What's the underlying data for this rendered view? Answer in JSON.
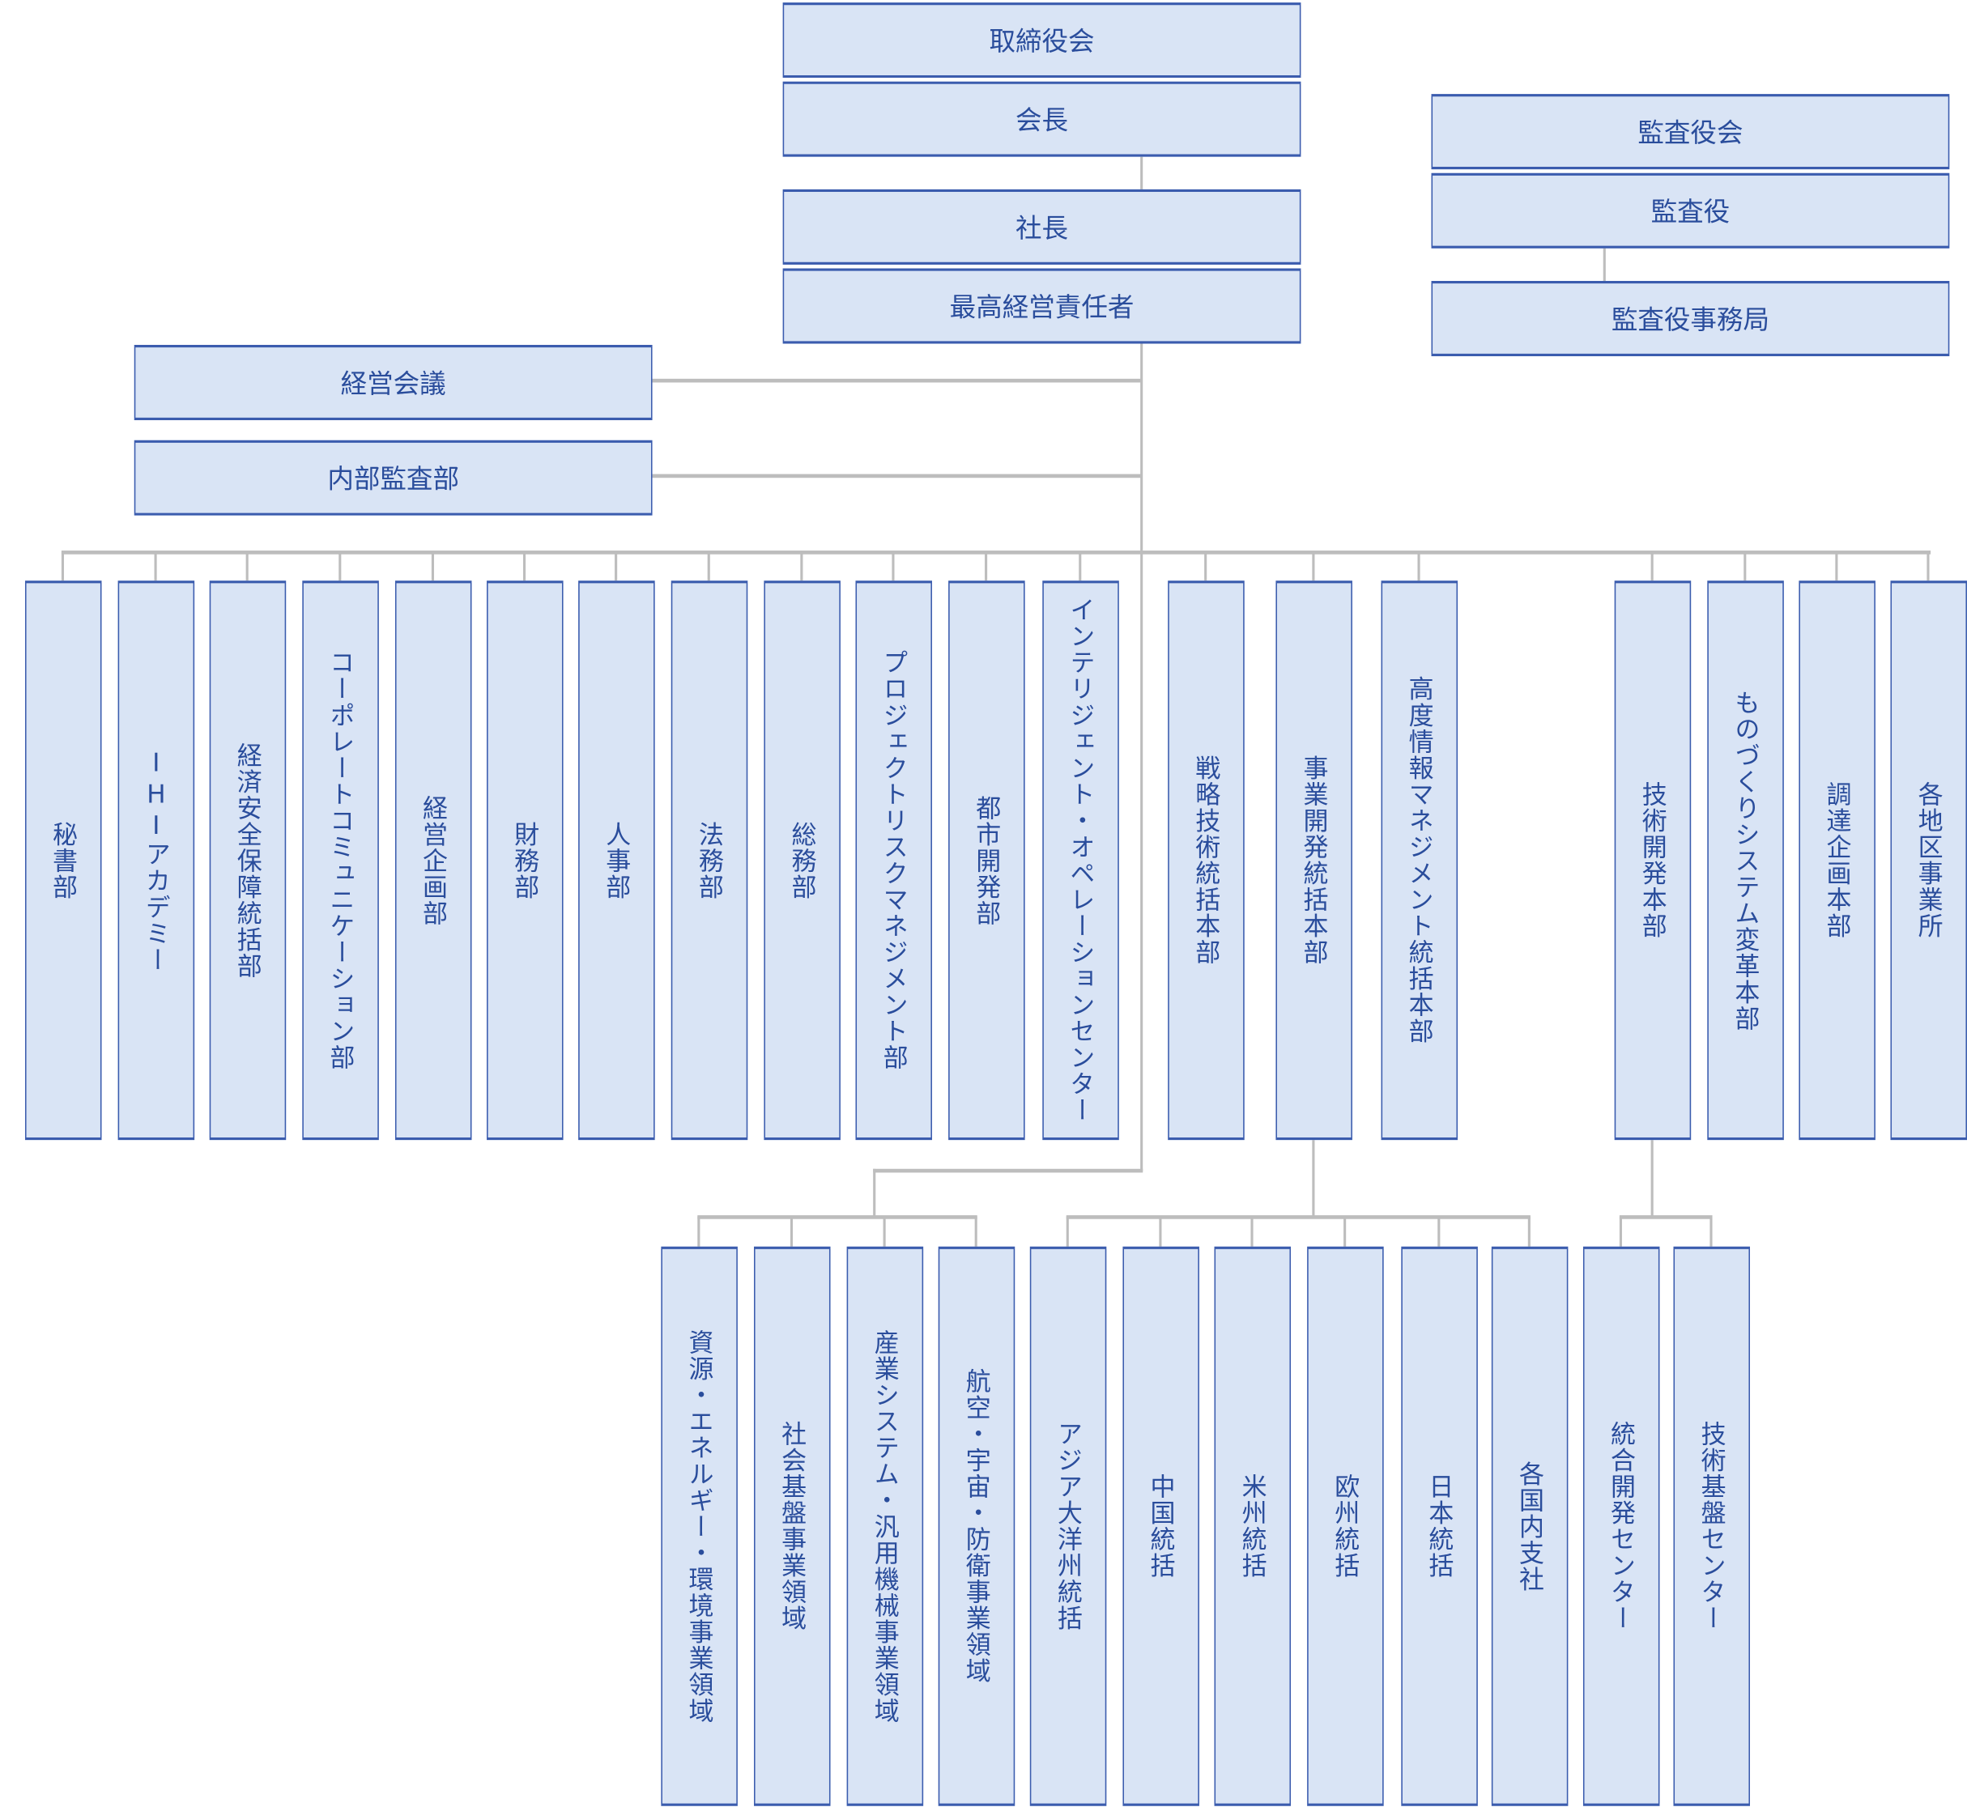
{
  "top": {
    "board": "取締役会",
    "chairman": "会長",
    "president": "社長",
    "ceo": "最高経営責任者"
  },
  "audit": {
    "board": "監査役会",
    "auditor": "監査役",
    "office": "監査役事務局"
  },
  "side": {
    "management_meeting": "経営会議",
    "internal_audit": "内部監査部"
  },
  "departments": [
    "秘書部",
    "IHIアカデミー",
    "経済安全保障統括部",
    "コーポレートコミュニケーション部",
    "経営企画部",
    "財務部",
    "人事部",
    "法務部",
    "総務部",
    "プロジェクトリスクマネジメント部",
    "都市開発部",
    "インテリジェント・オペレーションセンター",
    "戦略技術統括本部",
    "事業開発統括本部",
    "高度情報マネジメント統括本部",
    "技術開発本部",
    "ものづくりシステム変革本部",
    "調達企画本部",
    "各地区事業所"
  ],
  "business_areas": [
    "資源・エネルギー・環境事業領域",
    "社会基盤事業領域",
    "産業システム・汎用機械事業領域",
    "航空・宇宙・防衛事業領域"
  ],
  "regional": [
    "アジア大洋州統括",
    "中国統括",
    "米州統括",
    "欧州統括",
    "日本統括",
    "各国内支社"
  ],
  "tech_centers": [
    "統合開発センター",
    "技術基盤センター"
  ],
  "colors": {
    "box_fill": "#d9e4f5",
    "box_border": "#3b5cae",
    "text": "#2a4d9c",
    "line": "#bdbdbd"
  }
}
